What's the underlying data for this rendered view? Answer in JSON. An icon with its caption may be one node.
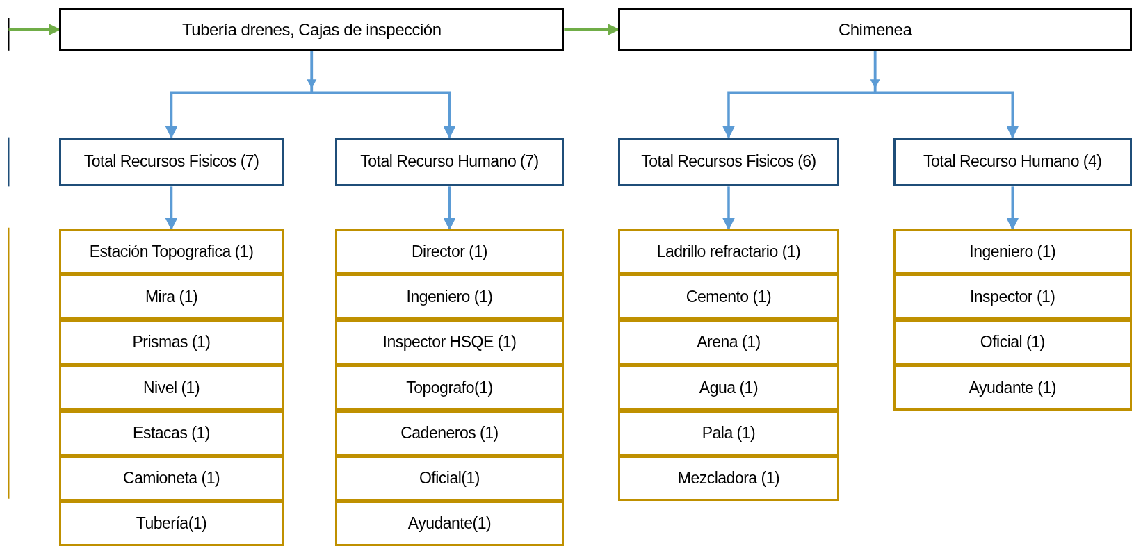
{
  "diagram": {
    "nodes": [
      {
        "text": [
          "Tubería drenes, Cajas de inspección"
        ]
      },
      {
        "text": [
          "Chimenea"
        ]
      },
      {
        "text": [
          "Total Recursos Fisicos (7)"
        ]
      },
      {
        "text": [
          "Total Recurso Humano (7)"
        ]
      },
      {
        "text": [
          "Total Recursos Fisicos (6)"
        ]
      },
      {
        "text": [
          "Total Recurso Humano (4)"
        ]
      },
      {
        "text": [
          "Estación Topografica (1)"
        ]
      },
      {
        "text": [
          "Mira (1)"
        ]
      },
      {
        "text": [
          "Prismas (1)"
        ]
      },
      {
        "text": [
          "Nivel (1)"
        ]
      },
      {
        "text": [
          "Estacas (1)"
        ]
      },
      {
        "text": [
          "Camioneta (1)"
        ]
      },
      {
        "text": [
          "Tubería(1)"
        ]
      },
      {
        "text": [
          "Director (1)"
        ]
      },
      {
        "text": [
          "Ingeniero (1)"
        ]
      },
      {
        "text": [
          "Inspector HSQE (1)"
        ]
      },
      {
        "text": [
          "Topografo(1)"
        ]
      },
      {
        "text": [
          "Cadeneros (1)"
        ]
      },
      {
        "text": [
          "Oficial(1)"
        ]
      },
      {
        "text": [
          "Ayudante(1)"
        ]
      },
      {
        "text": [
          "Ladrillo refractario (1)"
        ]
      },
      {
        "text": [
          "Cemento (1)"
        ]
      },
      {
        "text": [
          "Arena (1)"
        ]
      },
      {
        "text": [
          "Agua (1)"
        ]
      },
      {
        "text": [
          "Pala (1)"
        ]
      },
      {
        "text": [
          "Mezcladora (1)"
        ]
      },
      {
        "text": [
          "Ingeniero (1)"
        ]
      },
      {
        "text": [
          "Inspector (1)"
        ]
      },
      {
        "text": [
          "Oficial (1)"
        ]
      },
      {
        "text": [
          "Ayudante (1)"
        ]
      }
    ],
    "edges": [
      {
        "from": null,
        "to": 0,
        "arrow": "to",
        "color": "#70ad47"
      },
      {
        "from": 0,
        "to": 1,
        "arrow": "to",
        "color": "#70ad47"
      },
      {
        "from": 0,
        "to": 2,
        "arrow": "to"
      },
      {
        "from": 0,
        "to": 3,
        "arrow": "to"
      },
      {
        "from": 1,
        "to": 4,
        "arrow": "to"
      },
      {
        "from": 1,
        "to": 5,
        "arrow": "to"
      },
      {
        "from": 2,
        "to": 6,
        "arrow": "to"
      },
      {
        "from": 3,
        "to": 13,
        "arrow": "to"
      },
      {
        "from": 4,
        "to": 20,
        "arrow": "to"
      },
      {
        "from": 5,
        "to": 26,
        "arrow": "to"
      }
    ]
  }
}
